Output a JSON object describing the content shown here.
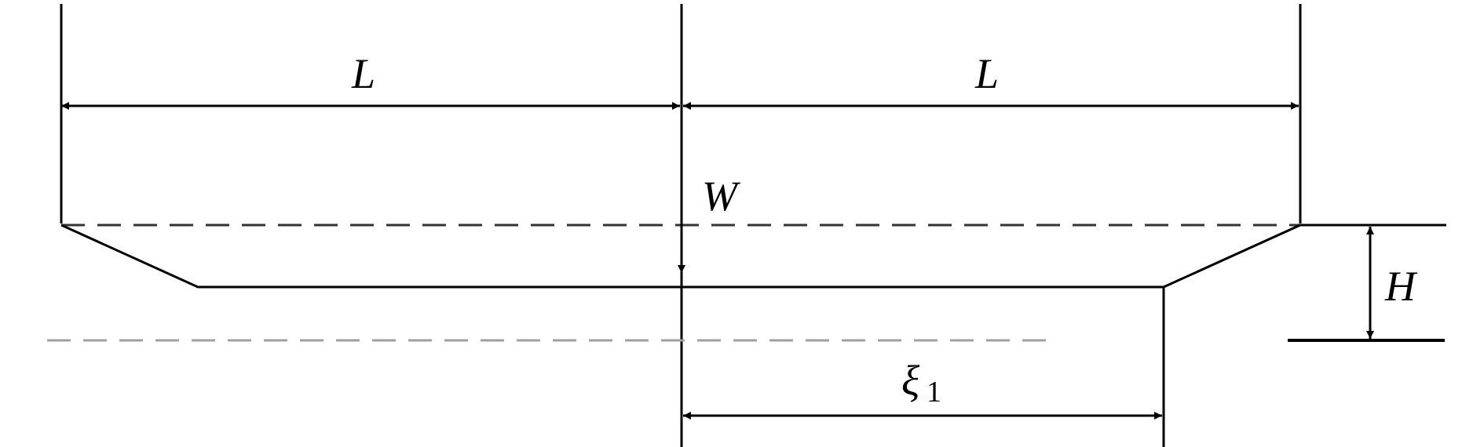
{
  "labels": {
    "left_span": "L",
    "right_span": "L",
    "load": "W",
    "height": "H",
    "xi_symbol": "ξ",
    "xi_subscript": "1"
  },
  "colors": {
    "line": "#000000",
    "dashed_upper": "#333333",
    "dashed_lower": "#a0a0a0"
  }
}
